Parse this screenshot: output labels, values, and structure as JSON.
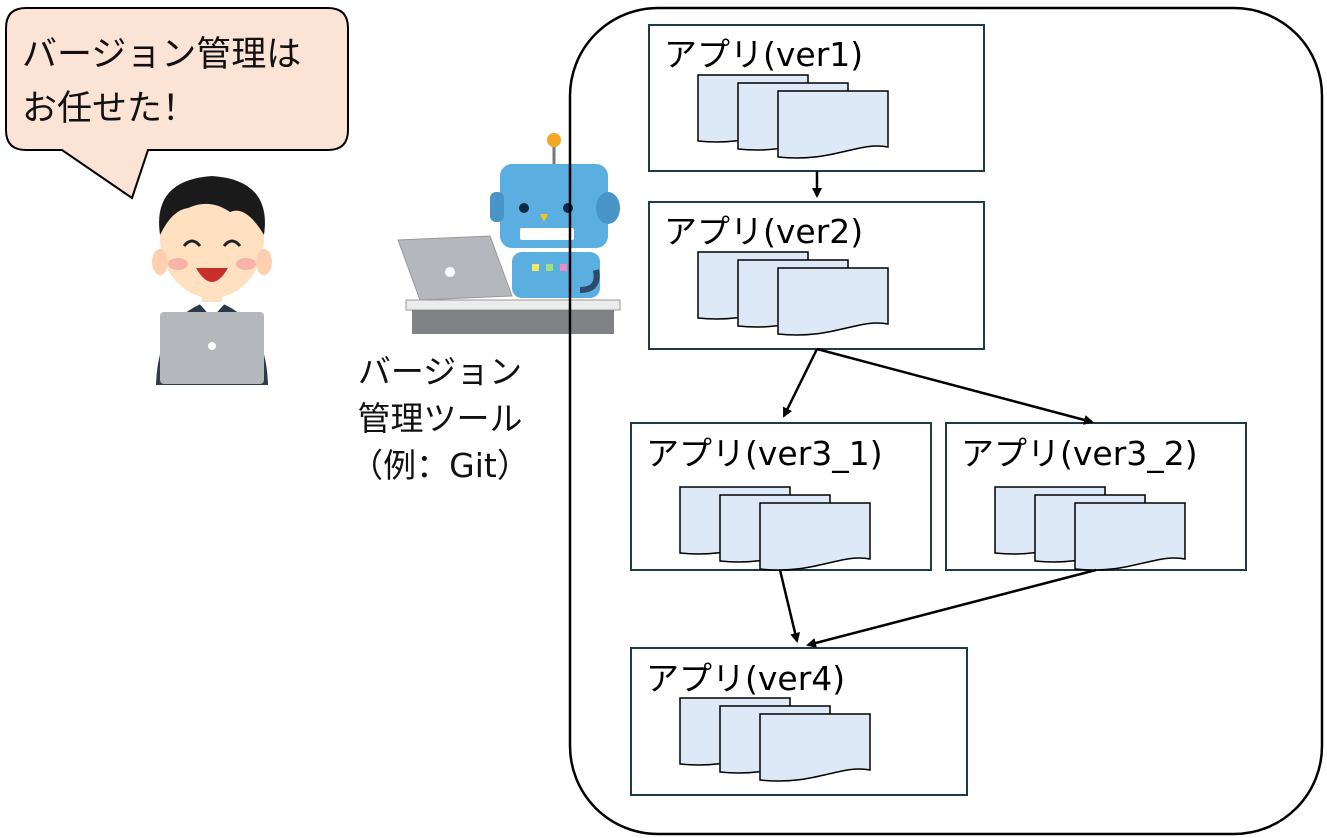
{
  "speech_bubble": {
    "lines": [
      "バージョン管理は",
      "お任せた！"
    ]
  },
  "tool_label": {
    "lines": [
      "バージョン",
      "管理ツール",
      "（例：Git）"
    ]
  },
  "versions": [
    {
      "label": "アプリ(ver1)"
    },
    {
      "label": "アプリ(ver2)"
    },
    {
      "label": "アプリ(ver3_1)"
    },
    {
      "label": "アプリ(ver3_2)"
    },
    {
      "label": "アプリ(ver4)"
    }
  ],
  "colors": {
    "bubble_fill": "#fbe3d6",
    "box_border": "#1f3a4a",
    "doc_fill": "#dde9f6",
    "robot_blue": "#5aaee0",
    "laptop_gray": "#b4b8bc",
    "desk_gray": "#808285"
  }
}
